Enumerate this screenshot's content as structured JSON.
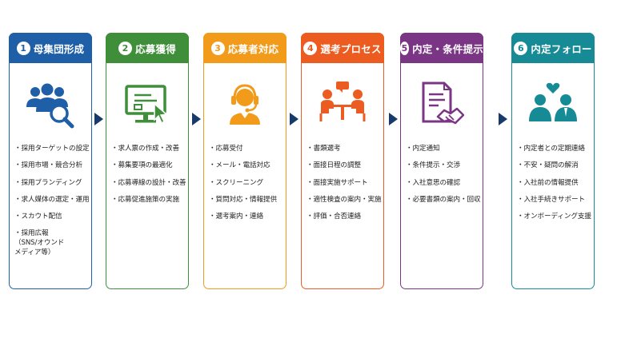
{
  "steps": [
    {
      "num": "1",
      "title": "母集団形成",
      "color": "#1e5fa8",
      "icon": "people-search-icon",
      "items": [
        "採用ターゲットの設定",
        "採用市場・競合分析",
        "採用ブランディング",
        "求人媒体の選定・運用",
        "スカウト配信",
        "採用広報\n（SNS/オウンド\nメディア等）"
      ]
    },
    {
      "num": "2",
      "title": "応募獲得",
      "color": "#3e8e3a",
      "icon": "monitor-cursor-icon",
      "items": [
        "求人票の作成・改善",
        "募集要項の最適化",
        "応募導線の設計・改善",
        "応募促進施策の実施"
      ]
    },
    {
      "num": "3",
      "title": "応募者対応",
      "color": "#f29a1a",
      "icon": "headset-operator-icon",
      "items": [
        "応募受付",
        "メール・電話対応",
        "スクリーニング",
        "質問対応・情報提供",
        "選考案内・連絡"
      ]
    },
    {
      "num": "4",
      "title": "選考プロセス",
      "color": "#ec5b1f",
      "icon": "interview-icon",
      "items": [
        "書類選考",
        "面接日程の調整",
        "面接実施サポート",
        "適性検査の案内・実施",
        "評価・合否連絡"
      ]
    },
    {
      "num": "5",
      "title": "内定・条件提示",
      "color": "#7b3585",
      "icon": "document-handshake-icon",
      "items": [
        "内定通知",
        "条件提示・交渉",
        "入社意思の確認",
        "必要書類の案内・回収"
      ]
    },
    {
      "num": "6",
      "title": "内定フォロー",
      "color": "#168a95",
      "icon": "people-heart-icon",
      "items": [
        "内定者との定期連絡",
        "不安・疑問の解消",
        "入社前の情報提供",
        "入社手続きサポート",
        "オンボーディング支援"
      ]
    }
  ]
}
